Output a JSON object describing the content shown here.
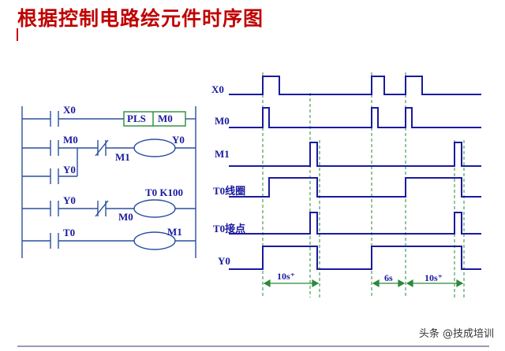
{
  "title": "根据控制电路绘元件时序图",
  "ladder": {
    "rung1": {
      "contact": "X0",
      "instr": "PLS",
      "operand": "M0"
    },
    "rung2": {
      "contact_no": "M0",
      "contact_nc": "M1",
      "coil": "Y0"
    },
    "rung2_branch": {
      "contact": "Y0"
    },
    "rung3": {
      "contact_no": "Y0",
      "contact_nc": "M0",
      "coil": "T0 K100"
    },
    "rung4": {
      "contact": "T0",
      "coil": "M1"
    }
  },
  "timing": {
    "signals": [
      {
        "name": "X0",
        "level_changes": [
          0,
          1,
          0,
          1,
          0,
          1,
          0
        ]
      },
      {
        "name": "M0"
      },
      {
        "name": "M1"
      },
      {
        "name": "T0线圈"
      },
      {
        "name": "T0接点"
      },
      {
        "name": "Y0"
      }
    ],
    "durations": [
      "10s⁺",
      "6s",
      "10s⁺"
    ]
  },
  "footer": "头条 @技成培训",
  "colors": {
    "title": "#c00000",
    "wave": "#1a1aa0",
    "ladder": "#2a8a3a",
    "guide": "#2a8a3a"
  }
}
